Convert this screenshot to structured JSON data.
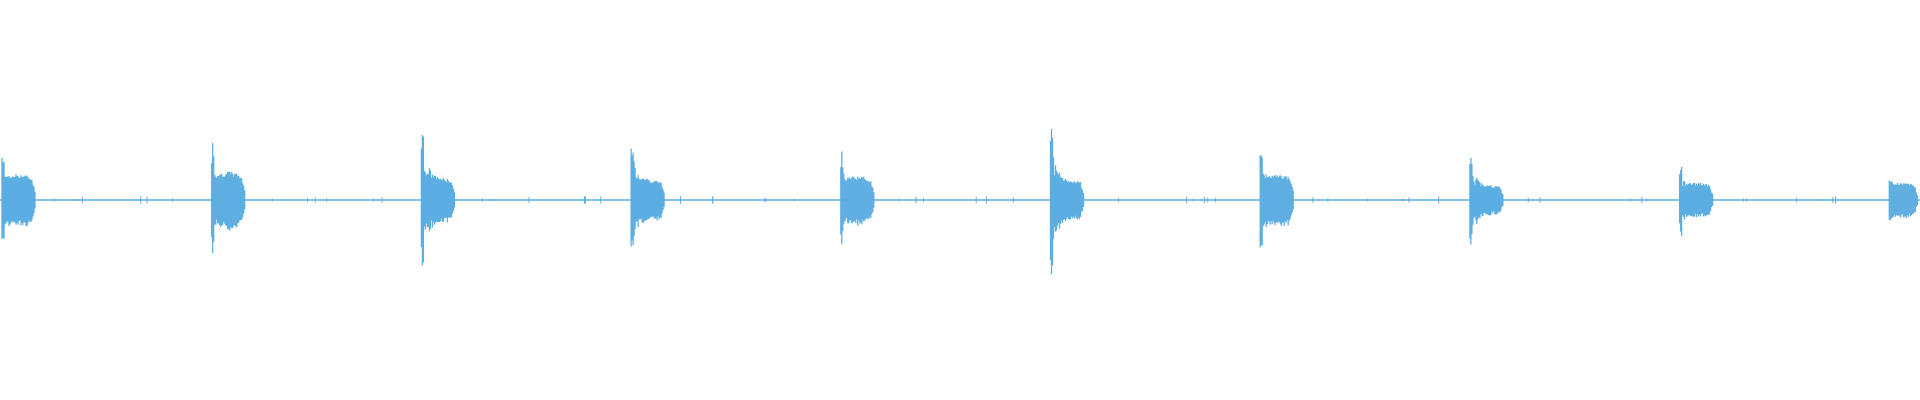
{
  "waveform": {
    "color": "#5DADE2",
    "background": "#FFFFFF",
    "bursts": [
      {
        "index": 1,
        "peak": 0.27,
        "body": 0.12,
        "shape": "flat-top"
      },
      {
        "index": 2,
        "peak": 0.31,
        "body": 0.13,
        "shape": "flat-top"
      },
      {
        "index": 3,
        "peak": 0.39,
        "body": 0.12,
        "shape": "decay"
      },
      {
        "index": 4,
        "peak": 0.3,
        "body": 0.11,
        "shape": "decay"
      },
      {
        "index": 5,
        "peak": 0.27,
        "body": 0.11,
        "shape": "flat-top"
      },
      {
        "index": 6,
        "peak": 0.39,
        "body": 0.11,
        "shape": "decay"
      },
      {
        "index": 7,
        "peak": 0.3,
        "body": 0.12,
        "shape": "flat-top"
      },
      {
        "index": 8,
        "peak": 0.25,
        "body": 0.08,
        "shape": "decay"
      },
      {
        "index": 9,
        "peak": 0.19,
        "body": 0.08,
        "shape": "flat-top"
      },
      {
        "index": 10,
        "peak": 0.13,
        "body": 0.08,
        "shape": "cut-off"
      }
    ]
  }
}
